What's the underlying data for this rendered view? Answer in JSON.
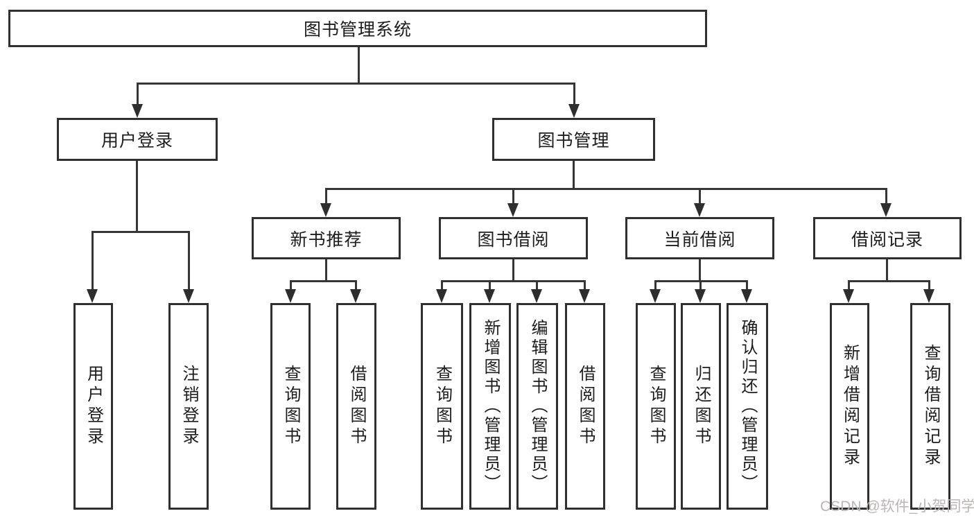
{
  "diagram": {
    "root": {
      "label": "图书管理系统"
    },
    "branches": [
      {
        "label": "用户登录",
        "children": [
          {
            "label": "用户登录"
          },
          {
            "label": "注销登录"
          }
        ]
      },
      {
        "label": "图书管理",
        "children": [
          {
            "label": "新书推荐",
            "children": [
              {
                "label": "查询图书"
              },
              {
                "label": "借阅图书"
              }
            ]
          },
          {
            "label": "图书借阅",
            "children": [
              {
                "label": "查询图书"
              },
              {
                "label": "新增图书（管理员）"
              },
              {
                "label": "编辑图书（管理员）"
              },
              {
                "label": "借阅图书"
              }
            ]
          },
          {
            "label": "当前借阅",
            "children": [
              {
                "label": "查询图书"
              },
              {
                "label": "归还图书"
              },
              {
                "label": "确认归还（管理员）"
              }
            ]
          },
          {
            "label": "借阅记录",
            "children": [
              {
                "label": "新增借阅记录"
              },
              {
                "label": "查询借阅记录"
              }
            ]
          }
        ]
      }
    ]
  },
  "watermark": {
    "text": "CSDN @软件_小贺同学",
    "color": "#bdb5b5"
  },
  "colors": {
    "background": "#ffffff",
    "box_border": "#303030",
    "line": "#363636",
    "arrow": "#2e2e2e",
    "text": "#1c1c1c"
  }
}
